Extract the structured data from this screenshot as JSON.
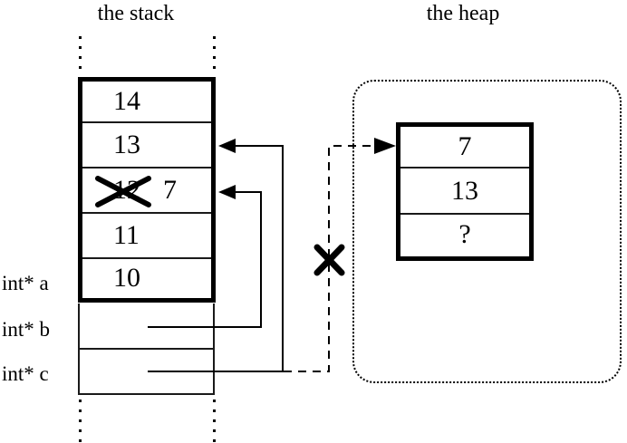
{
  "titles": {
    "stack": "the stack",
    "heap": "the heap"
  },
  "stack": {
    "cells": [
      {
        "value": "14"
      },
      {
        "value": "13"
      },
      {
        "value": "12",
        "crossed_out": true,
        "new_value": "7"
      },
      {
        "value": "11"
      },
      {
        "value": "10"
      }
    ],
    "pointer_labels": {
      "a": "int* a",
      "b": "int* b",
      "c": "int* c"
    }
  },
  "heap": {
    "cells": [
      "7",
      "13",
      "?"
    ]
  },
  "icons": {
    "cross_out": "X",
    "arrowhead": "◄"
  },
  "colors": {
    "ink": "#000000",
    "background": "#ffffff"
  }
}
